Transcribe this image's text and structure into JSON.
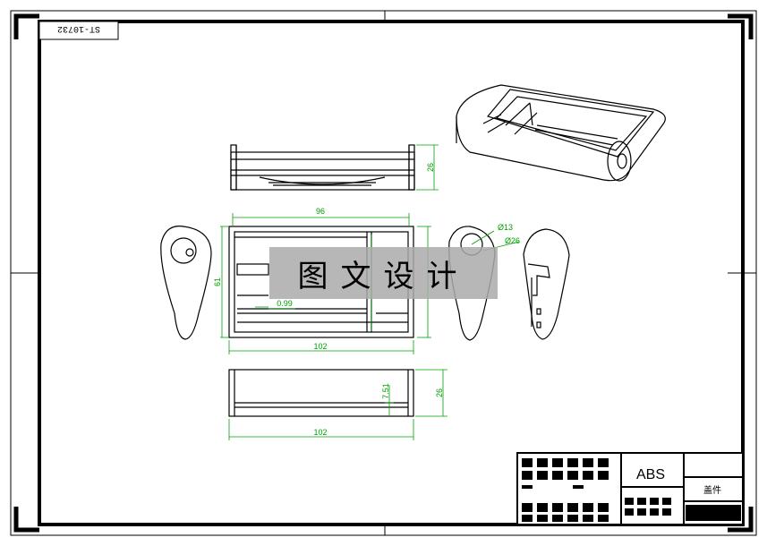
{
  "drawing": {
    "sheet_tag": "ST-10732",
    "watermark": "图文设计",
    "material": "ABS",
    "part_label": "盖件",
    "line_color": "#000000",
    "dim_color": "#00a000"
  },
  "dimensions": {
    "top_height": "26",
    "front_width_top": "96",
    "front_height": "61",
    "front_width_bottom": "102",
    "small_gap": "0.99",
    "diam_small": "Ø13",
    "diam_large": "Ø26",
    "bottom_height": "26",
    "bottom_step": "7.51",
    "bottom_width": "102"
  }
}
